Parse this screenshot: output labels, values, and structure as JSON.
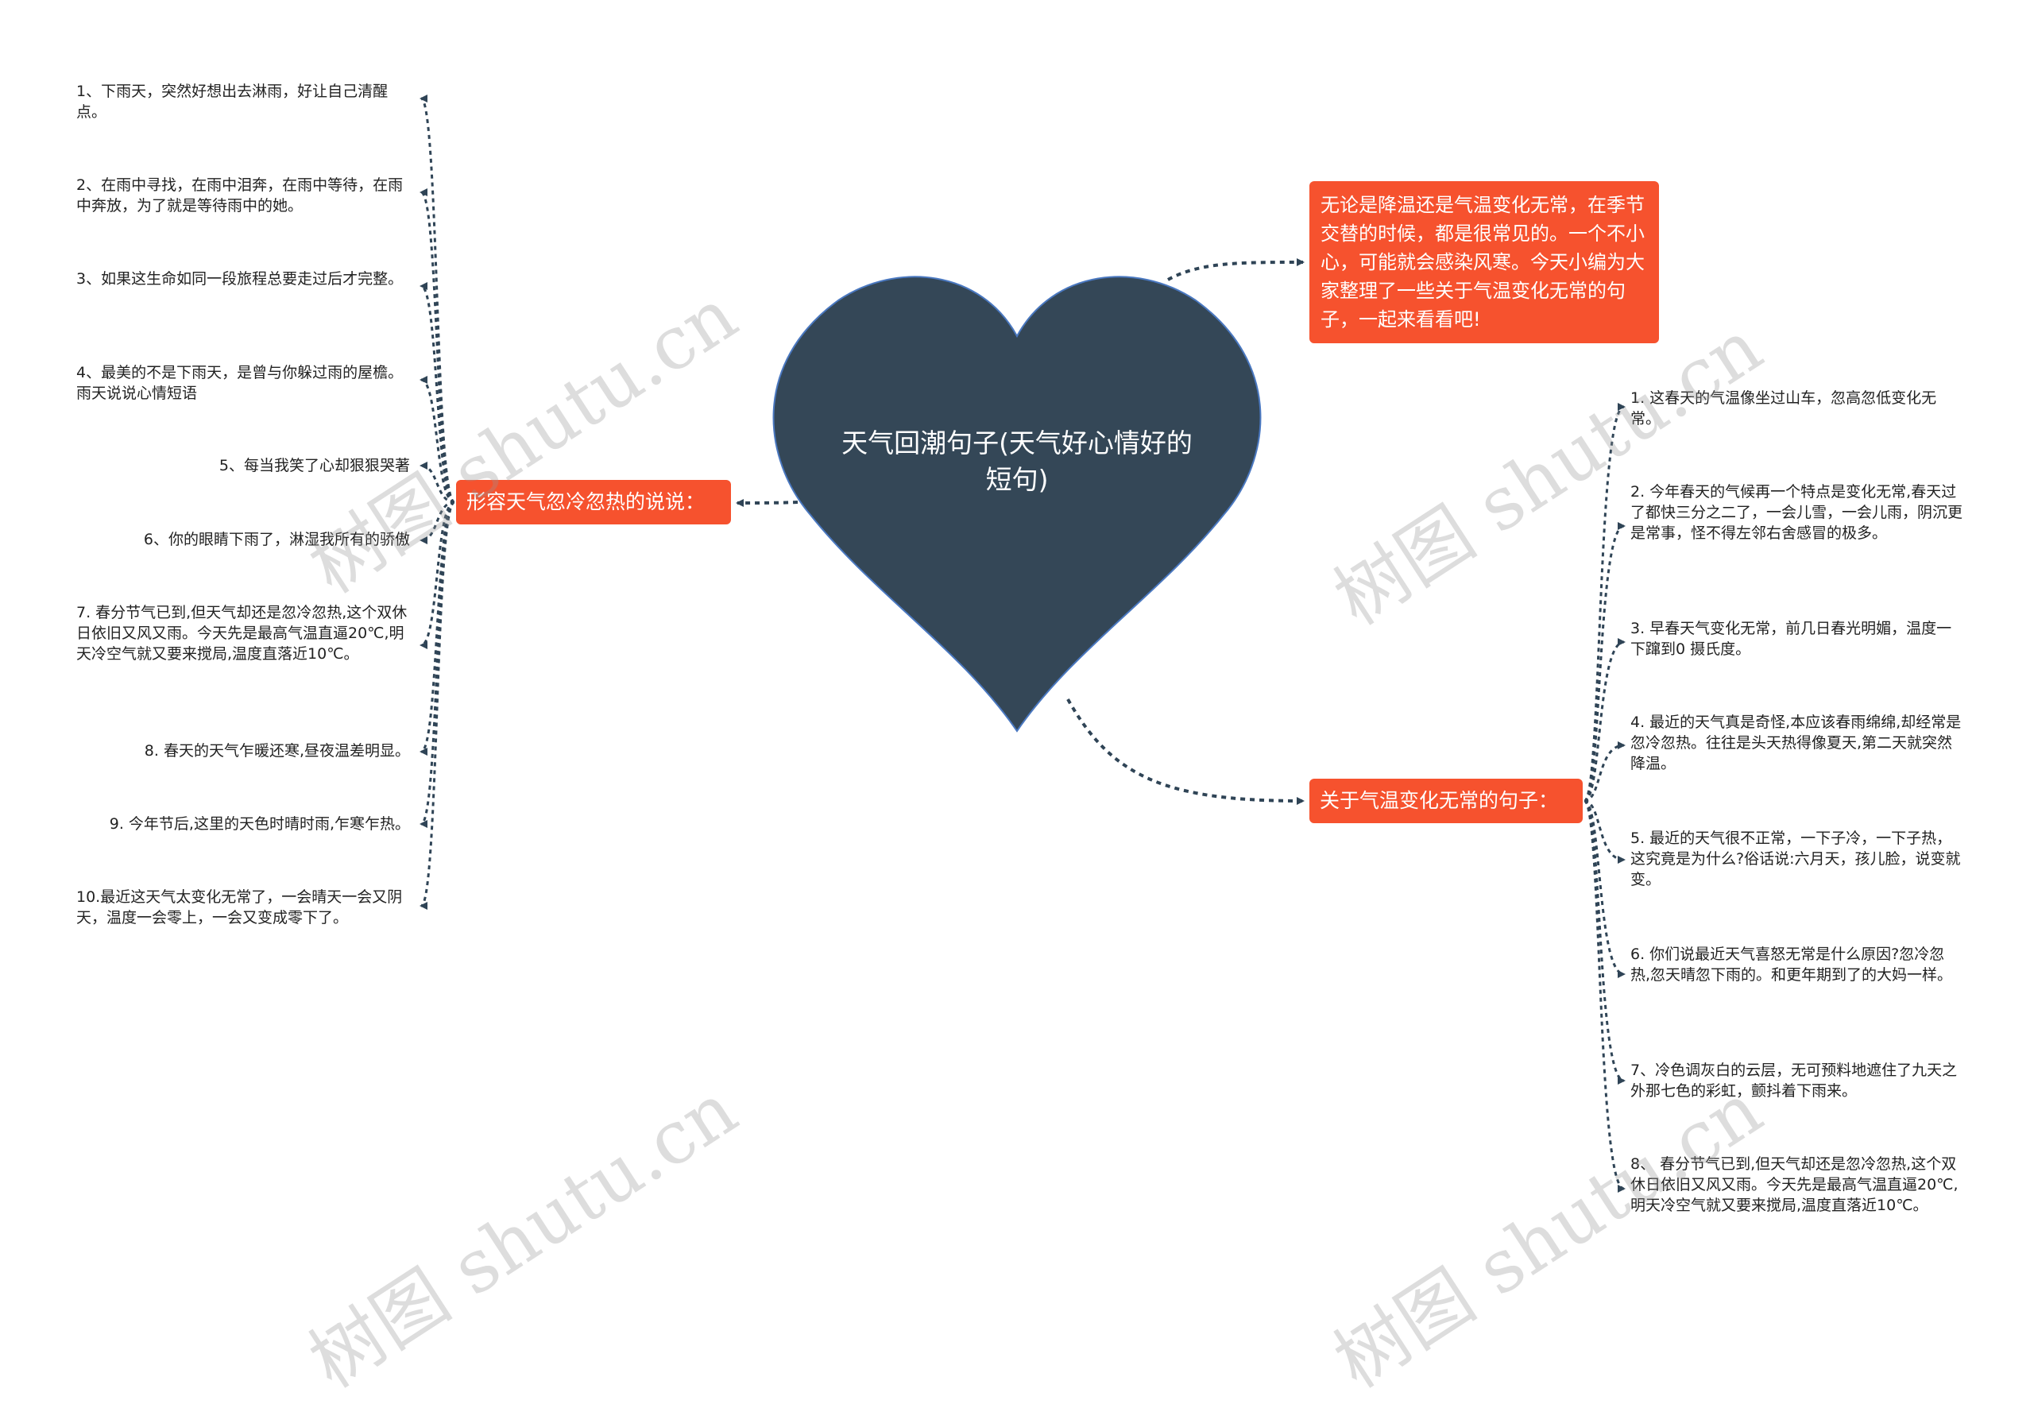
{
  "central_topic": "天气回潮句子(天气好心情好的短句)",
  "intro_text": "无论是降温还是气温变化无常，在季节交替的时候，都是很常见的。一个不小心，可能就会感染风寒。今天小编为大家整理了一些关于气温变化无常的句子，一起来看看吧!",
  "left_branch": {
    "label": "形容天气忽冷忽热的说说：",
    "items": [
      "1、下雨天，突然好想出去淋雨，好让自己清醒点。",
      "2、在雨中寻找，在雨中泪奔，在雨中等待，在雨中奔放，为了就是等待雨中的她。",
      "3、如果这生命如同一段旅程总要走过后才完整。",
      "4、最美的不是下雨天，是曾与你躲过雨的屋檐。雨天说说心情短语",
      "5、每当我笑了心却狠狠哭著",
      "6、你的眼睛下雨了，淋湿我所有的骄傲",
      "7. 春分节气已到,但天气却还是忽冷忽热,这个双休日依旧又风又雨。今天先是最高气温直逼20℃,明天冷空气就又要来搅局,温度直落近10℃。",
      "8. 春天的天气乍暖还寒,昼夜温差明显。",
      "9. 今年节后,这里的天色时晴时雨,乍寒乍热。",
      "10.最近这天气太变化无常了，一会晴天一会又阴天，温度一会零上，一会又变成零下了。"
    ]
  },
  "right_branch": {
    "label": "关于气温变化无常的句子：",
    "items": [
      "1. 这春天的气温像坐过山车，忽高忽低变化无常。",
      "2. 今年春天的气候再一个特点是变化无常,春天过了都快三分之二了，一会儿雪，一会儿雨，阴沉更是常事，怪不得左邻右舍感冒的极多。",
      "3. 早春天气变化无常，前几日春光明媚，温度一下蹿到0  摄氏度。",
      "4. 最近的天气真是奇怪,本应该春雨绵绵,却经常是忽冷忽热。往往是头天热得像夏天,第二天就突然降温。",
      "5. 最近的天气很不正常，一下子冷，一下子热，这究竟是为什么?俗话说:六月天，孩儿脸，说变就变。",
      "6. 你们说最近天气喜怒无常是什么原因?忽冷忽热,忽天晴忽下雨的。和更年期到了的大妈一样。",
      "7、冷色调灰白的云层，无可预料地遮住了九天之外那七色的彩虹，颤抖着下雨来。",
      "8、  春分节气已到,但天气却还是忽冷忽热,这个双休日依旧又风又雨。今天先是最高气温直逼20℃,明天冷空气就又要来搅局,温度直落近10℃。"
    ]
  },
  "watermark": "树图 shutu.cn",
  "colors": {
    "heart": "#344757",
    "heart_stroke": "#4a78c0",
    "node": "#f6522e",
    "edge": "#2f4456",
    "watermark": "#969696"
  }
}
